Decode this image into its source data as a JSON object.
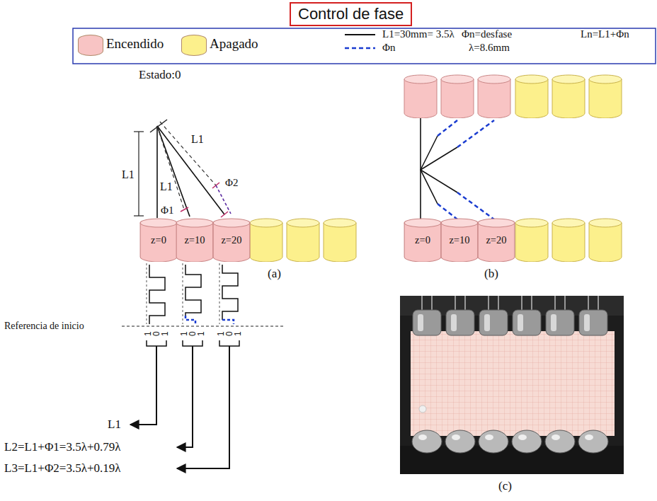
{
  "diagram": {
    "title": "Control de fase",
    "nodes": [
      {
        "text": [
          "z=0"
        ]
      },
      {
        "text": [
          "z=10"
        ]
      },
      {
        "text": [
          "z=20"
        ]
      },
      {
        "text": [
          "z=0"
        ]
      },
      {
        "text": [
          "z=10"
        ]
      },
      {
        "text": [
          "z=20"
        ]
      }
    ],
    "labels": [
      "Estado:0",
      "L1",
      "L1",
      "L1",
      "Φ1",
      "Φ2",
      "(a)",
      "(b)",
      "(c)",
      "Φn=desfase",
      "λ=8.6mm",
      "Ln=L1+Φn",
      "Referencia de inicio",
      "1",
      "0",
      "1",
      "1",
      "0",
      "1",
      "1",
      "0",
      "1",
      "L1",
      "L2=L1+Φ1=3.5λ+0.79λ",
      "L3=L1+Φ2=3.5λ+0.19λ"
    ],
    "legend": [
      {
        "text": "Encendido",
        "color": "#f8c4c4"
      },
      {
        "text": "Apagado",
        "color": "#fcf08c"
      },
      {
        "text": "L1=30mm= 3.5λ"
      },
      {
        "text": "Φn"
      }
    ]
  }
}
